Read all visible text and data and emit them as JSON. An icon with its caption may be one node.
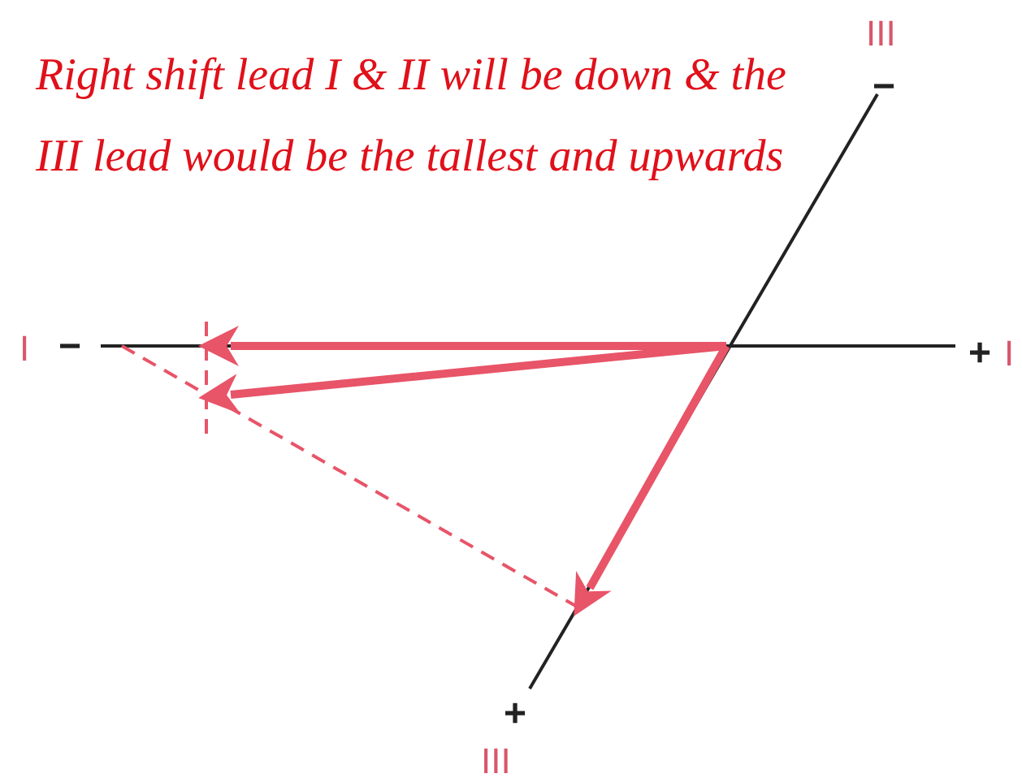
{
  "diagram": {
    "labels": [
      "Right shift lead I & II will be down & the III lead would be the tallest and upwards",
      "III",
      "−",
      "I",
      "−",
      "+",
      "I",
      "+",
      "III"
    ]
  }
}
